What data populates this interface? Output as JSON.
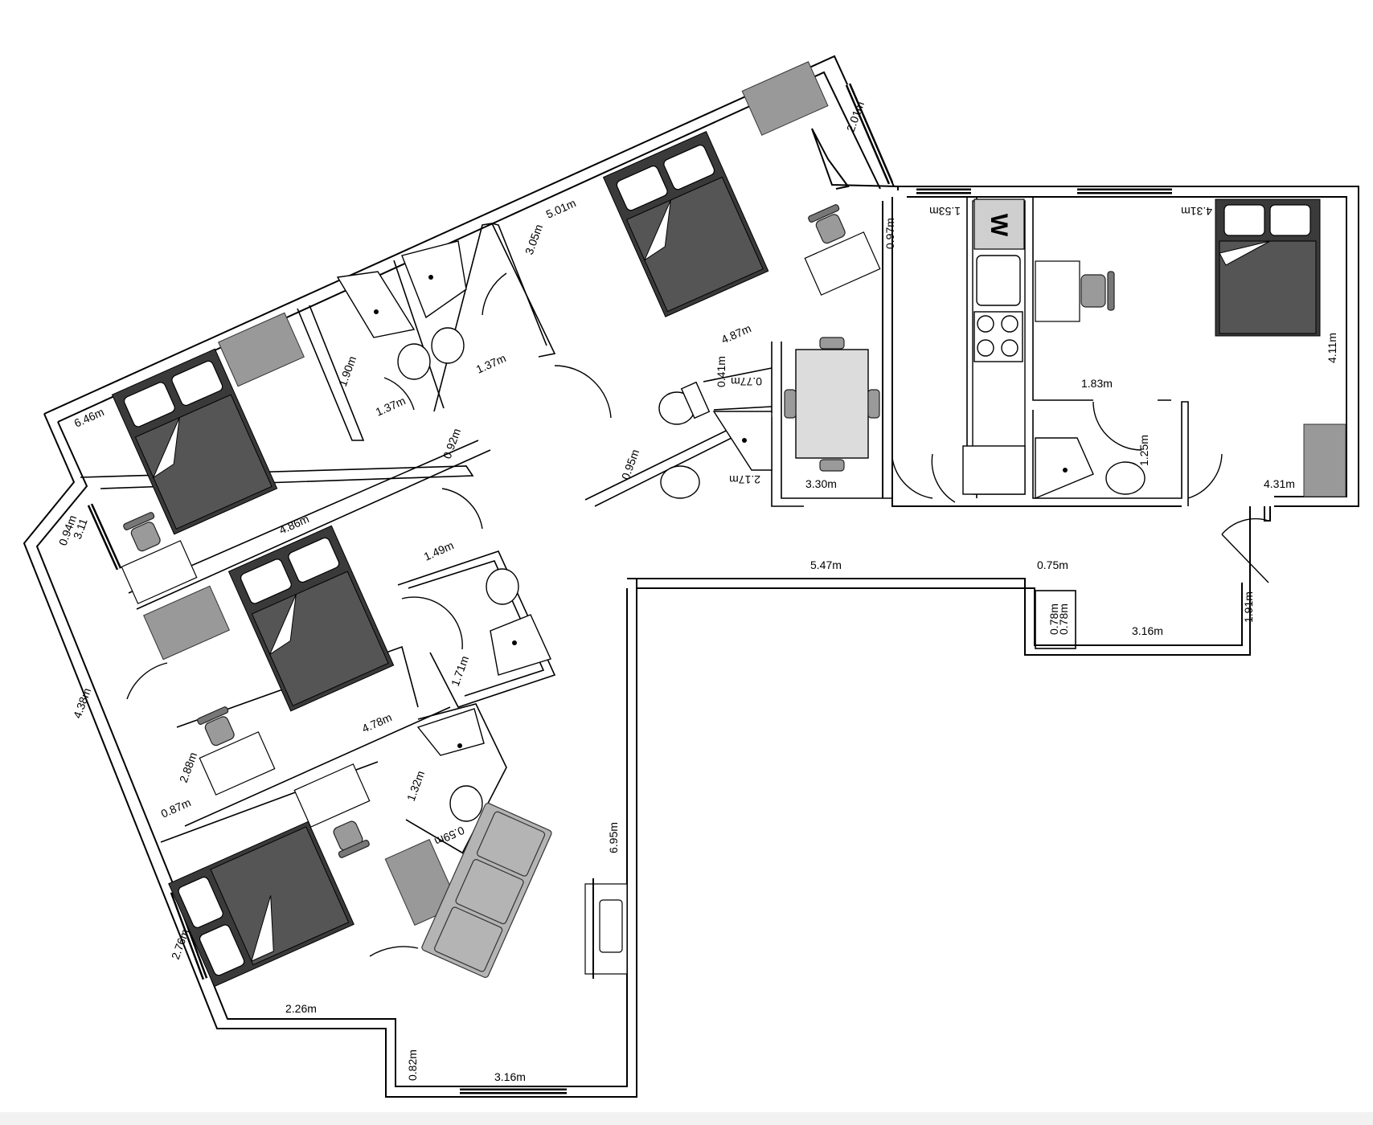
{
  "plan": {
    "dimensions": {
      "d_646": "6.46m",
      "d_486": "4.86m",
      "d_478": "4.78m",
      "d_438": "4.38m",
      "d_288": "2.88m",
      "d_087": "0.87m",
      "d_276": "2.76m",
      "d_226": "2.26m",
      "d_082": "0.82m",
      "d_316a": "3.16m",
      "d_695": "6.95m",
      "d_547": "5.47m",
      "d_075": "0.75m",
      "d_316b": "3.16m",
      "d_191": "1.91m",
      "d_078a": "0.78m",
      "d_078b": "0.78m",
      "d_501": "5.01m",
      "d_305": "3.05m",
      "d_487": "4.87m",
      "d_201": "2.01m",
      "d_097": "0.97m",
      "d_137a": "1.37m",
      "d_137b": "1.37m",
      "d_190": "1.90m",
      "d_092": "0.92m",
      "d_094": "0.94m",
      "d_311": "3.11",
      "d_149": "1.49m",
      "d_171": "1.71m",
      "d_132": "1.32m",
      "d_059": "0.59m",
      "d_095": "0.95m",
      "d_041": "0.41m",
      "d_077": "0.77m",
      "d_217": "2.17m",
      "d_330": "3.30m",
      "d_153": "1.53m",
      "d_431a": "4.31m",
      "d_431b": "4.31m",
      "d_411": "4.11m",
      "d_183": "1.83m",
      "d_125": "1.25m"
    },
    "washer_label": "W"
  }
}
